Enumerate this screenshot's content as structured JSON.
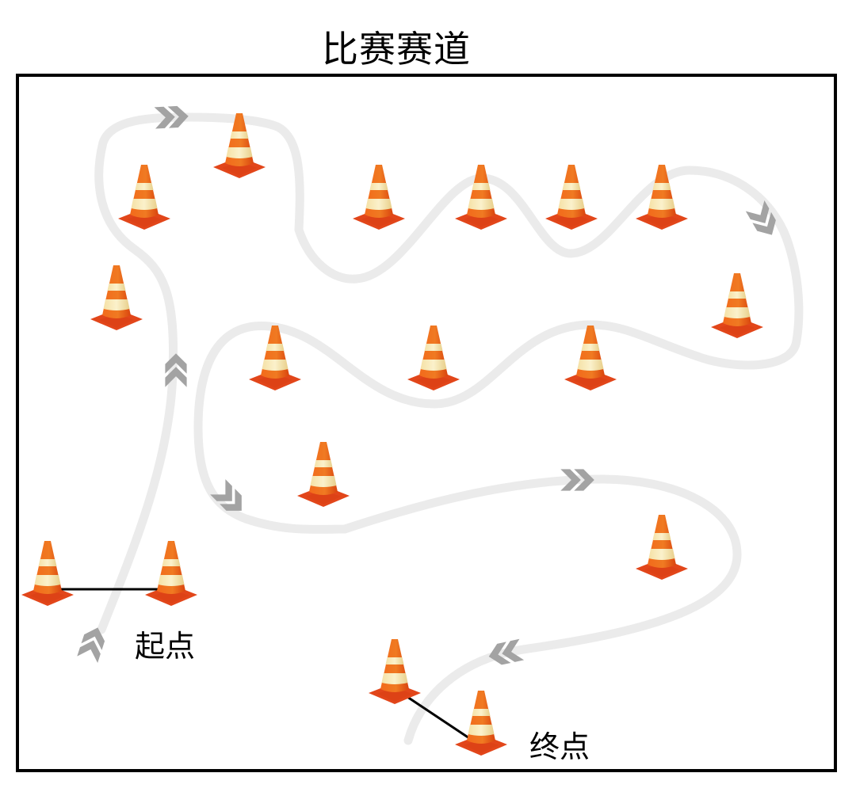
{
  "title": "比赛赛道",
  "labels": {
    "start": "起点",
    "finish": "终点"
  },
  "colors": {
    "track": "#ebebeb",
    "arrow": "#a3a3a3",
    "cone_orange": "#e8501a",
    "cone_stripe": "#f8ebbd",
    "frame": "#000000"
  },
  "cones": {
    "count": 17,
    "items": [
      {
        "name": "cone-top-left-upper"
      },
      {
        "name": "cone-top-left"
      },
      {
        "name": "cone-left-middle"
      },
      {
        "name": "cone-slalom-1"
      },
      {
        "name": "cone-slalom-2"
      },
      {
        "name": "cone-slalom-3"
      },
      {
        "name": "cone-slalom-4"
      },
      {
        "name": "cone-right-middle"
      },
      {
        "name": "cone-middle-row-1"
      },
      {
        "name": "cone-middle-row-2"
      },
      {
        "name": "cone-middle-row-3"
      },
      {
        "name": "cone-lower-left"
      },
      {
        "name": "cone-lower-right"
      },
      {
        "name": "cone-start-left"
      },
      {
        "name": "cone-start-right"
      },
      {
        "name": "cone-finish-upper"
      },
      {
        "name": "cone-finish-lower"
      }
    ]
  },
  "arrows": [
    {
      "name": "direction-arrow-start",
      "direction": "up"
    },
    {
      "name": "direction-arrow-left-up",
      "direction": "up"
    },
    {
      "name": "direction-arrow-top",
      "direction": "right"
    },
    {
      "name": "direction-arrow-right",
      "direction": "down"
    },
    {
      "name": "direction-arrow-lower-left",
      "direction": "down"
    },
    {
      "name": "direction-arrow-lower-middle",
      "direction": "right"
    },
    {
      "name": "direction-arrow-finish",
      "direction": "left"
    }
  ]
}
